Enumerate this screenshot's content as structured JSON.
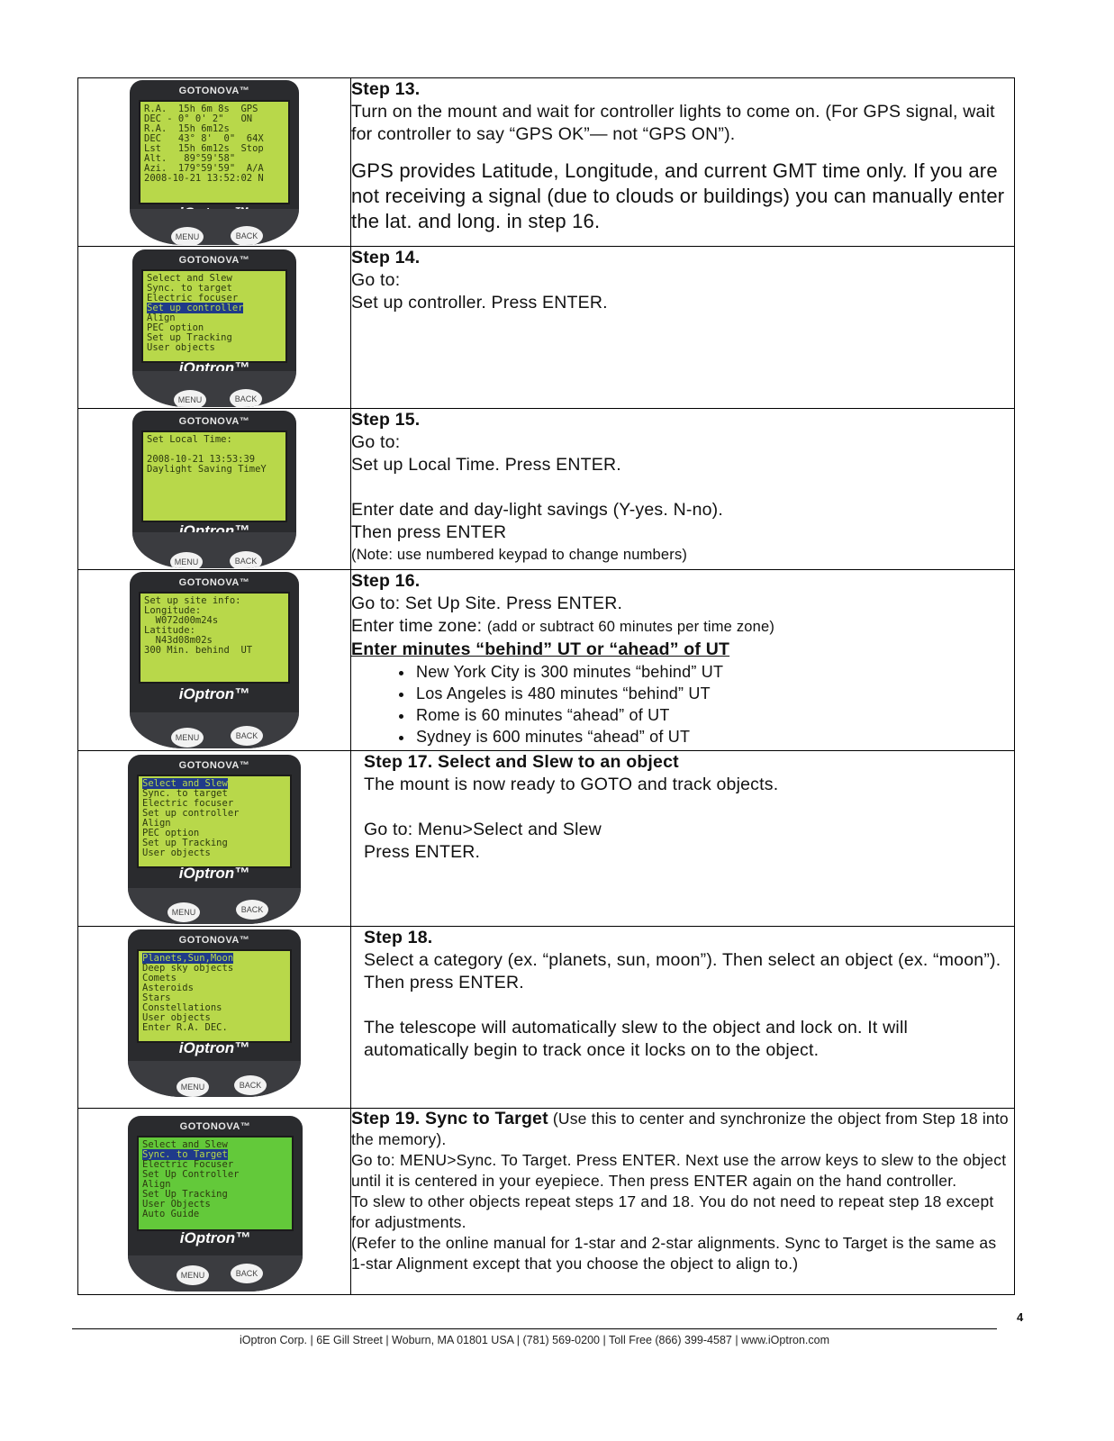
{
  "steps": [
    {
      "title": "Step 13.",
      "lines": [
        "Turn on the mount and wait for controller lights to come on. (For GPS signal, wait for controller to say “GPS OK”— not “GPS ON”)."
      ],
      "note": "GPS provides Latitude, Longitude, and current GMT time only. If you are not receiving a signal (due to clouds or buildings) you can manually enter the lat. and long. in step 16.",
      "controller": {
        "brand": "GOTONOVA™",
        "screen": [
          "R.A.  15h 6m 8s  GPS",
          "DEC - 0° 0' 2\"   ON",
          "R.A.  15h 6m12s",
          "DEC   43° 8'  0\"  64X",
          "Lst   15h 6m12s  Stop",
          "Alt.   89°59'58\"",
          "Azi.  179°59'59\"  A/A",
          "2008-10-21 13:52:02 N"
        ],
        "logo": "iOptron™",
        "menu": "MENU",
        "back": "BACK"
      }
    },
    {
      "title": "Step 14.",
      "lines": [
        "Go to:",
        "Set up controller. Press ENTER."
      ],
      "controller": {
        "brand": "GOTONOVA™",
        "screen": [
          "Select and Slew",
          "Sync. to target",
          "Electric focuser",
          "Set up controller",
          "Align",
          "PEC option",
          "Set up Tracking",
          "User objects"
        ],
        "highlight": 3,
        "logo": "iOptron™",
        "menu": "MENU",
        "back": "BACK"
      }
    },
    {
      "title": "Step 15.",
      "lines": [
        "Go to:",
        "Set up Local Time. Press ENTER."
      ],
      "lines2": [
        "Enter date and day-light savings (Y-yes. N-no).",
        "Then press ENTER"
      ],
      "note_small": "(Note: use numbered keypad to change numbers)",
      "controller": {
        "brand": "GOTONOVA™",
        "screen": [
          "Set Local Time:",
          "",
          "2008-10-21 13:53:39",
          "Daylight Saving TimeY"
        ],
        "logo": "iOptron™",
        "menu": "MENU",
        "back": "BACK"
      }
    },
    {
      "title": "Step 16.",
      "line1": "Go to: Set Up Site. Press ENTER.",
      "tz_label": "Enter time zone:",
      "tz_small": "(add or subtract 60 minutes per time zone)",
      "underline": "Enter minutes “behind” UT or “ahead” of UT",
      "bullets": [
        "New York City is 300 minutes “behind” UT",
        "Los Angeles is 480 minutes “behind” UT",
        "Rome is 60 minutes “ahead” of UT",
        "Sydney is 600 minutes “ahead” of UT"
      ],
      "controller": {
        "brand": "GOTONOVA™",
        "screen": [
          "Set up site info:",
          "Longitude:",
          "  W072d00m24s",
          "Latitude:",
          "  N43d08m02s",
          "300 Min. behind  UT"
        ],
        "logo": "iOptron™",
        "menu": "MENU",
        "back": "BACK"
      }
    },
    {
      "title": "Step 17. Select and Slew to an object",
      "lines": [
        "The mount is now ready to GOTO and track objects."
      ],
      "lines2": [
        "Go to: Menu>Select and Slew",
        "Press ENTER."
      ],
      "controller": {
        "brand": "GOTONOVA™",
        "screen": [
          "Select and Slew",
          "Sync. to target",
          "Electric focuser",
          "Set up controller",
          "Align",
          "PEC option",
          "Set up Tracking",
          "User objects"
        ],
        "highlight": 0,
        "logo": "iOptron™",
        "menu": "MENU",
        "back": "BACK"
      }
    },
    {
      "title": "Step 18.",
      "lines": [
        "Select a category (ex. “planets, sun, moon”). Then select an object (ex. “moon”). Then press ENTER."
      ],
      "lines2": [
        "The telescope will automatically slew to the object and lock on. It will automatically begin to track once it locks on to the object."
      ],
      "controller": {
        "brand": "GOTONOVA™",
        "screen": [
          "Planets,Sun,Moon",
          "Deep sky objects",
          "Comets",
          "Asteroids",
          "Stars",
          "Constellations",
          "User objects",
          "Enter R.A. DEC."
        ],
        "highlight": 0,
        "logo": "iOptron™",
        "menu": "MENU",
        "back": "BACK"
      }
    },
    {
      "title": "Step 19. Sync to Target",
      "title_paren": "(Use this to center and synchronize the object from Step 18 into the memory).",
      "paras": [
        "Go to: MENU>Sync. To Target. Press ENTER. Next use the arrow keys to slew to the object until it is centered in your eyepiece. Then press ENTER again on the hand controller.",
        "To slew to other objects repeat steps 17 and 18. You do not need to repeat step 18 except for adjustments.",
        "(Refer to the online manual for 1-star and 2-star alignments. Sync to Target is the same as 1-star Alignment except that you choose the object to align to.)"
      ],
      "controller": {
        "brand": "GOTONOVA™",
        "screen": [
          "Select and Slew",
          "Sync. to Target",
          "Electric Focuser",
          "Set Up Controller",
          "Align",
          "Set Up Tracking",
          "User Objects",
          "Auto Guide"
        ],
        "highlight": 1,
        "logo": "iOptron™",
        "menu": "MENU",
        "back": "BACK"
      }
    }
  ],
  "page_number": "4",
  "footer": "iOptron Corp. | 6E Gill Street | Woburn, MA 01801 USA | (781) 569-0200 | Toll Free (866) 399-4587 | www.iOptron.com"
}
